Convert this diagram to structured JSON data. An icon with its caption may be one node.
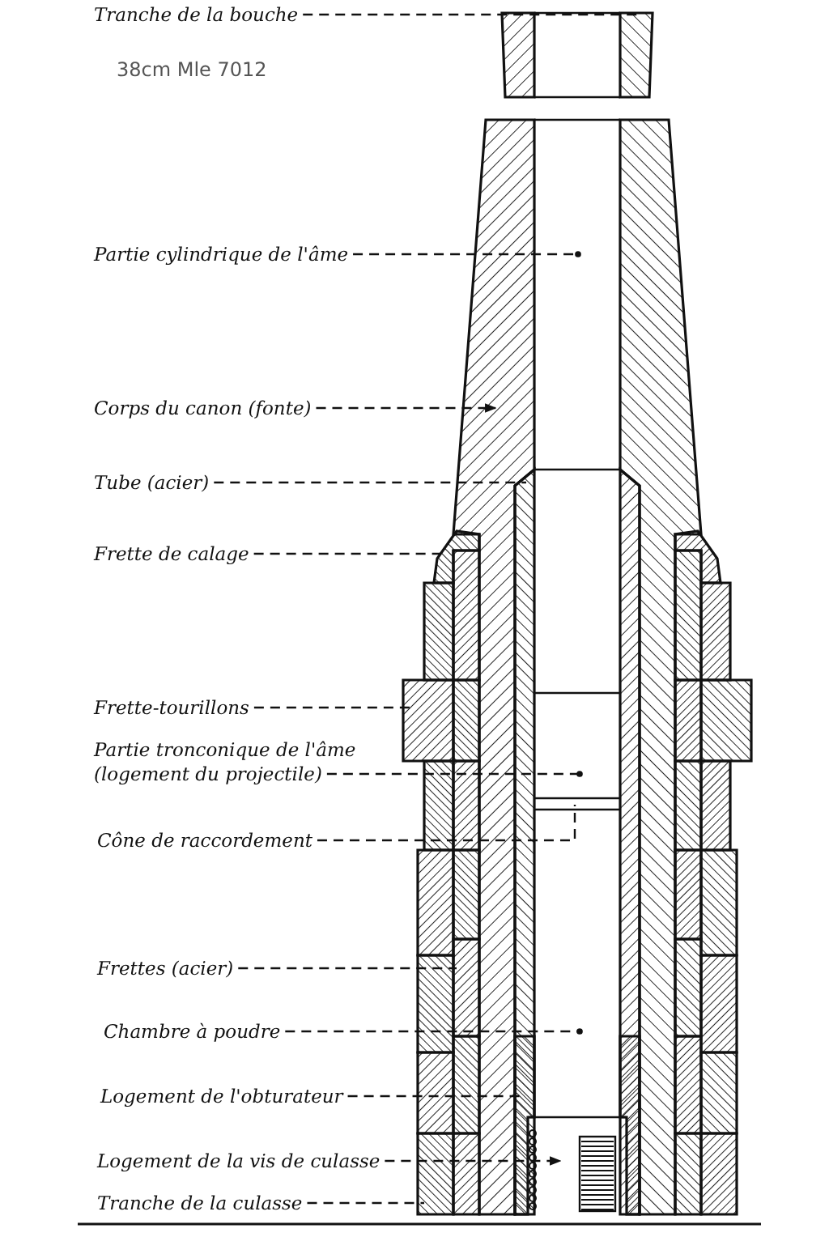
{
  "diagram": {
    "nodes": [
      {
        "text": [
          "Tranche de la bouche"
        ]
      },
      {
        "text": [
          "Partie cylindrique de l'âme"
        ]
      },
      {
        "text": [
          "Corps du canon (fonte)"
        ]
      },
      {
        "text": [
          "Tube (acier)"
        ]
      },
      {
        "text": [
          "Frette de calage"
        ]
      },
      {
        "text": [
          "Frette-tourillons"
        ]
      },
      {
        "text": [
          "Partie tronconique de l'âme (logement du projectile)"
        ]
      },
      {
        "text": [
          "Cône de raccordement"
        ]
      },
      {
        "text": [
          "Frettes (acier)"
        ]
      },
      {
        "text": [
          "Chambre à poudre"
        ]
      },
      {
        "text": [
          "Logement de l'obturateur"
        ]
      },
      {
        "text": [
          "Logement de la vis de culasse"
        ]
      },
      {
        "text": [
          "Tranche de la culasse"
        ]
      }
    ],
    "edges": [
      {
        "from": 0,
        "to": null,
        "arrow": "none",
        "style": "dashed"
      },
      {
        "from": 1,
        "to": null,
        "arrow": "other",
        "style": "dashed"
      },
      {
        "from": 2,
        "to": null,
        "arrow": "to",
        "style": "dashed"
      },
      {
        "from": 3,
        "to": null,
        "arrow": "none",
        "style": "dashed"
      },
      {
        "from": 4,
        "to": null,
        "arrow": "none",
        "style": "dashed"
      },
      {
        "from": 5,
        "to": null,
        "arrow": "none",
        "style": "dashed"
      },
      {
        "from": 6,
        "to": null,
        "arrow": "other",
        "style": "dashed"
      },
      {
        "from": 7,
        "to": null,
        "arrow": "none",
        "style": "dashed"
      },
      {
        "from": 8,
        "to": null,
        "arrow": "none",
        "style": "dashed"
      },
      {
        "from": 9,
        "to": null,
        "arrow": "other",
        "style": "dashed"
      },
      {
        "from": 10,
        "to": null,
        "arrow": "none",
        "style": "dashed"
      },
      {
        "from": 11,
        "to": null,
        "arrow": "to",
        "style": "dashed"
      },
      {
        "from": 12,
        "to": null,
        "arrow": "none",
        "style": "dashed"
      }
    ],
    "labels": [
      "38cm Mle 7012"
    ]
  }
}
